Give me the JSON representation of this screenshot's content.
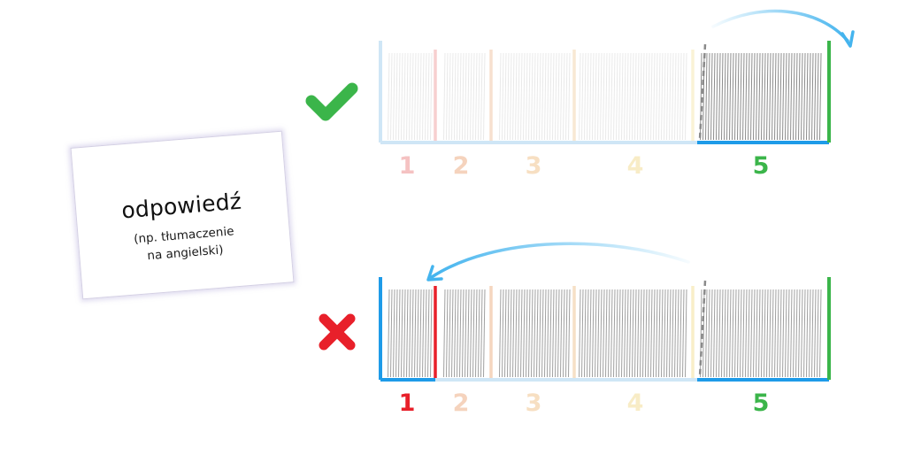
{
  "card": {
    "title": "odpowiedź",
    "subtitle_line1": "(np. tłumaczenie",
    "subtitle_line2": "na angielski)"
  },
  "colors": {
    "green": "#3bb54a",
    "red": "#e8202a",
    "blue": "#1e9be8",
    "faded_blue": "#cfe6f6",
    "box1": "#f3b0b0",
    "box2": "#f3cdb0",
    "box3": "#f5d9b8",
    "box4": "#f8ebbb",
    "box5": "#3bb54a",
    "arrow": "#44b4ee"
  },
  "correct_row": {
    "symbol": "check-mark-icon",
    "labels": [
      "1",
      "2",
      "3",
      "4",
      "5"
    ],
    "active_box": 5
  },
  "wrong_row": {
    "symbol": "cross-mark-icon",
    "labels": [
      "1",
      "2",
      "3",
      "4",
      "5"
    ],
    "active_box": 1
  }
}
